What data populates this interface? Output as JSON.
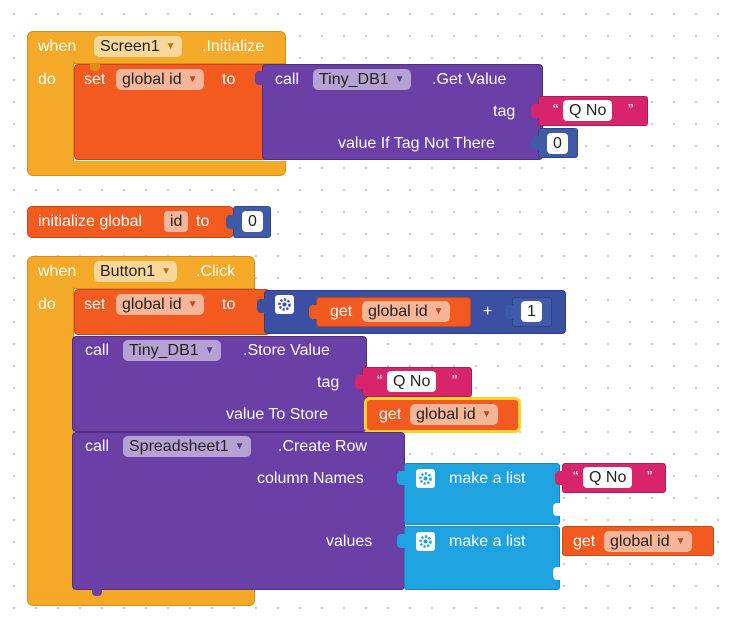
{
  "labels": {
    "when": "when",
    "do": "do",
    "set": "set",
    "to": "to",
    "call": "call",
    "get": "get",
    "initialize_global": "initialize global",
    "quote_open": "“",
    "quote_close": "”",
    "plus": "+"
  },
  "screen_init": {
    "component": "Screen1",
    "event": ".Initialize",
    "set_var": "global id",
    "db_component": "Tiny_DB1",
    "db_method": ".Get Value",
    "tag_label": "tag",
    "tag_value": "Q No",
    "default_label": "value If Tag Not There",
    "default_value": "0"
  },
  "global_init": {
    "name": "id",
    "value": "0"
  },
  "button_click": {
    "component": "Button1",
    "event": ".Click",
    "set_var": "global id",
    "get_var": "global id",
    "increment": "1",
    "store_component": "Tiny_DB1",
    "store_method": ".Store Value",
    "store_tag_label": "tag",
    "store_tag_value": "Q No",
    "store_value_label": "value To Store",
    "store_value_var": "global id",
    "sheet_component": "Spreadsheet1",
    "sheet_method": ".Create Row",
    "column_names_label": "column Names",
    "make_list_label": "make a list",
    "column_value": "Q No",
    "values_label": "values",
    "values_make_list_label": "make a list",
    "values_var": "global id"
  },
  "colors": {
    "event": "#F4A928",
    "variable": "#F25A1F",
    "component": "#6A3FA6",
    "text": "#D8246A",
    "number": "#3F5AA6",
    "list": "#1FA3E0",
    "selected_outline": "#FFD12B"
  },
  "icons": {
    "dropdown": "triangle-down",
    "mutator": "gear-icon"
  }
}
